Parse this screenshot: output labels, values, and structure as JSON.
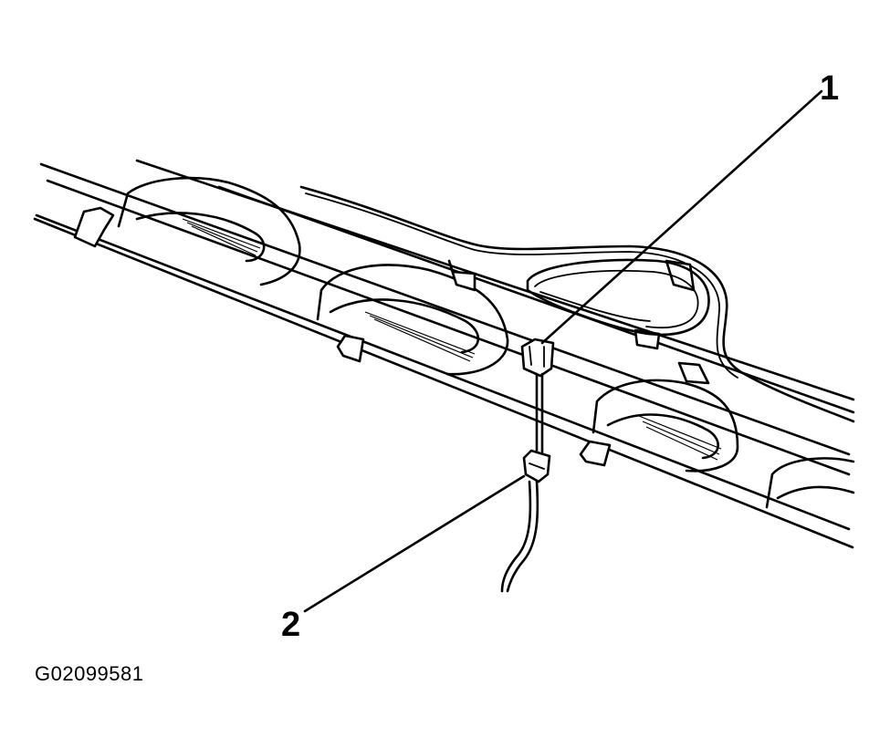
{
  "callouts": {
    "one": "1",
    "two": "2"
  },
  "figure_id": "G02099581"
}
